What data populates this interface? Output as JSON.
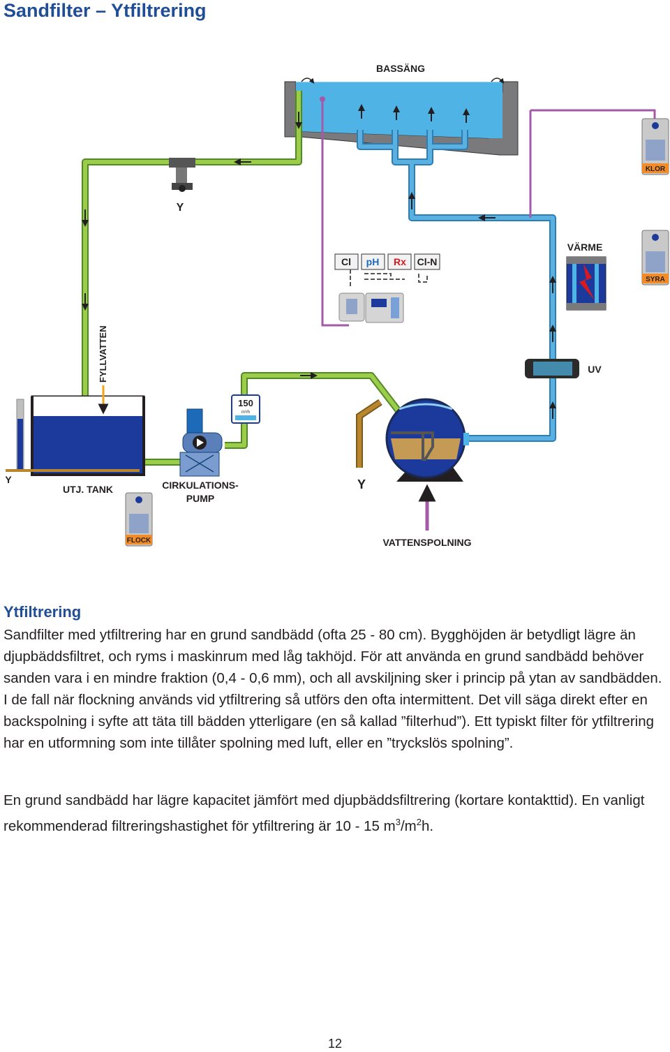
{
  "page": {
    "title": "Sandfilter – Ytfiltrering",
    "page_number": "12"
  },
  "diagram": {
    "labels": {
      "pool": "BASSÄNG",
      "chlorine": "KLOR",
      "heat": "VÄRME",
      "acid": "SYRA",
      "uv": "UV",
      "fill_water": "FYLLVATTEN",
      "buffer_tank": "UTJ. TANK",
      "circulation_pump_line1": "CIRKULATIONS-",
      "circulation_pump_line2": "PUMP",
      "flock": "FLOCK",
      "backwash": "VATTENSPOLNING",
      "flow_meter_value": "150",
      "flow_meter_unit": "m³/h",
      "sensor_cl": "Cl",
      "sensor_ph": "pH",
      "sensor_rx": "Rx",
      "sensor_cln": "Cl-N"
    },
    "colors": {
      "pool_water": "#4fb3e6",
      "supply_pipe": "#5ab1e0",
      "return_pipe": "#9ccc4a",
      "chemical_line": "#a35aa8",
      "dark_water": "#1c3a9c",
      "wall": "#6d6e70",
      "label_red": "#d71920"
    }
  },
  "content": {
    "heading": "Ytfiltrering",
    "paragraph1": "Sandfilter med ytfiltrering har en grund sandbädd (ofta 25 - 80 cm). Bygghöjden är betydligt lägre än djupbäddsfiltret, och ryms i maskinrum med låg takhöjd. För att använda en grund sandbädd behöver sanden vara i en mindre fraktion (0,4 - 0,6 mm), och all avskiljning sker i princip på ytan av sandbädden. I de fall när flockning används vid ytfiltrering så utförs den ofta intermittent. Det vill säga direkt efter en backspolning i syfte att täta till bädden ytterligare (en så kallad ”filterhud”). Ett typiskt filter för ytfiltrering har en utformning som inte tillåter spolning med luft, eller en ”tryckslös spolning”.",
    "paragraph2_main": "En grund sandbädd har lägre kapacitet jämfört med djupbäddsfiltrering (kortare kontakttid). En vanligt rekommenderad filtreringshastighet för ytfiltrering är 10 - 15 m",
    "paragraph2_sup1": "3",
    "paragraph2_mid": "/m",
    "paragraph2_sup2": "2",
    "paragraph2_end": "h."
  }
}
